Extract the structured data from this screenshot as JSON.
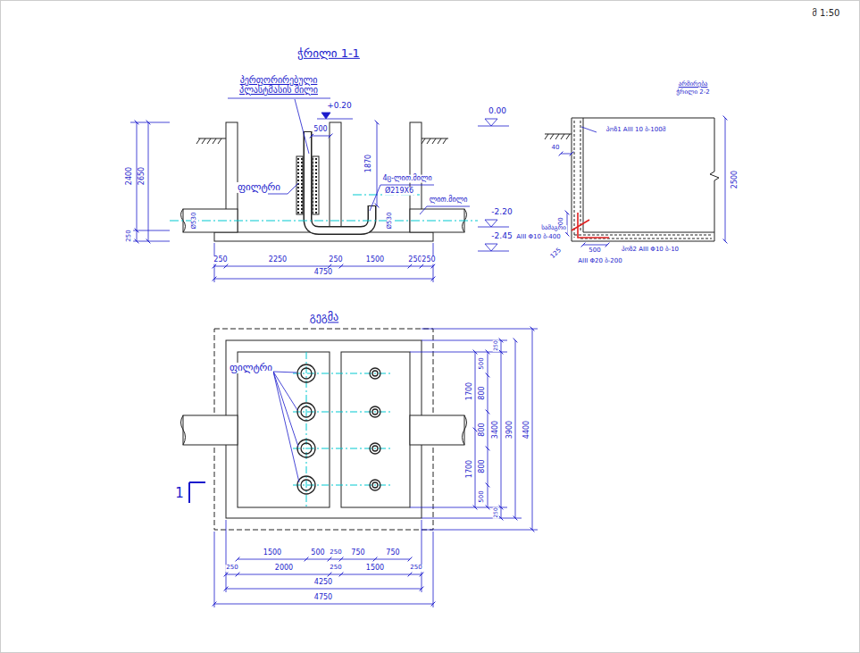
{
  "diagram": {
    "title": "ჭრილი 1-1",
    "labels": [
      "მ 1:50",
      "პერფორირებული პლასტმასის მილი",
      "ფილტრი",
      "+0.20",
      "500",
      "1870",
      "4ც-ლით.მილი",
      "Ø219X6",
      "ლით.მილი",
      "Ø530",
      "Ø530",
      "0.00",
      "-2.20",
      "-2.45",
      "2400",
      "2650",
      "250",
      "250",
      "2250",
      "250",
      "1500",
      "250",
      "250",
      "4750",
      "არმირება",
      "ჭრილი 2-2",
      "პოზ1 AIII 10 ბ-100მ",
      "40",
      "2500",
      "500",
      "სამაგრი",
      "AIII Φ10 ბ-400",
      "125",
      "500",
      "პოზ2 AIII Φ10 ბ-10",
      "AIII Φ20 ბ-200",
      "გეგმა",
      "ფილტრი",
      "1",
      "1700",
      "1700",
      "500",
      "800",
      "800",
      "800",
      "500",
      "250",
      "3400",
      "250",
      "3900",
      "4400",
      "1500",
      "500",
      "250",
      "750",
      "750",
      "250",
      "2000",
      "250",
      "1500",
      "250",
      "4250",
      "4750"
    ]
  }
}
